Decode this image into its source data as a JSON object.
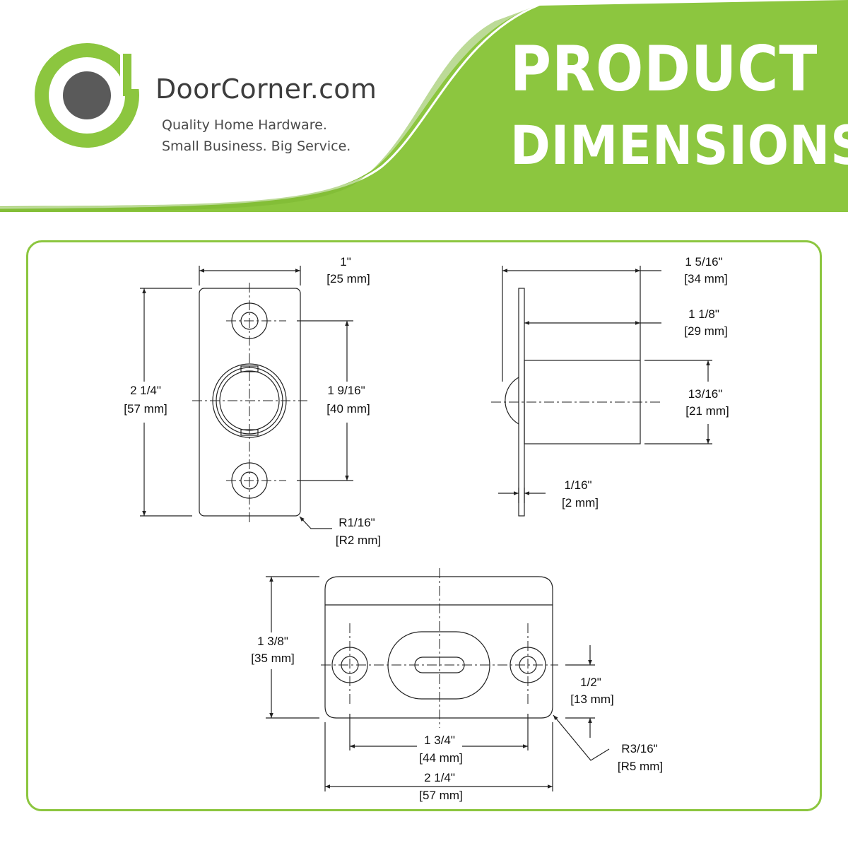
{
  "brand": {
    "name": "DoorCorner.com",
    "tagline_1": "Quality Home Hardware.",
    "tagline_2": "Small Business. Big Service.",
    "logo_icon": "circle-target-logo",
    "accent_color": "#8cc63f",
    "logo_dark_color": "#5a5a5a"
  },
  "headline": {
    "line_1": "PRODUCT",
    "line_2": "DIMENSIONS"
  },
  "front_view": {
    "width_in": "1\"",
    "width_mm": "[25 mm]",
    "height_in": "2 1/4\"",
    "height_mm": "[57 mm]",
    "hole_spacing_in": "1 9/16\"",
    "hole_spacing_mm": "[40 mm]",
    "corner_radius_in": "R1/16\"",
    "corner_radius_mm": "[R2 mm]"
  },
  "side_view": {
    "depth_in": "1 5/16\"",
    "depth_mm": "[34 mm]",
    "body_length_in": "1 1/8\"",
    "body_length_mm": "[29 mm]",
    "body_height_in": "13/16\"",
    "body_height_mm": "[21 mm]",
    "plate_thickness_in": "1/16\"",
    "plate_thickness_mm": "[2 mm]"
  },
  "bottom_view": {
    "height_in": "1 3/8\"",
    "height_mm": "[35 mm]",
    "offset_in": "1/2\"",
    "offset_mm": "[13 mm]",
    "hole_spacing_in": "1 3/4\"",
    "hole_spacing_mm": "[44 mm]",
    "width_in": "2 1/4\"",
    "width_mm": "[57 mm]",
    "corner_radius_in": "R3/16\"",
    "corner_radius_mm": "[R5 mm]"
  }
}
